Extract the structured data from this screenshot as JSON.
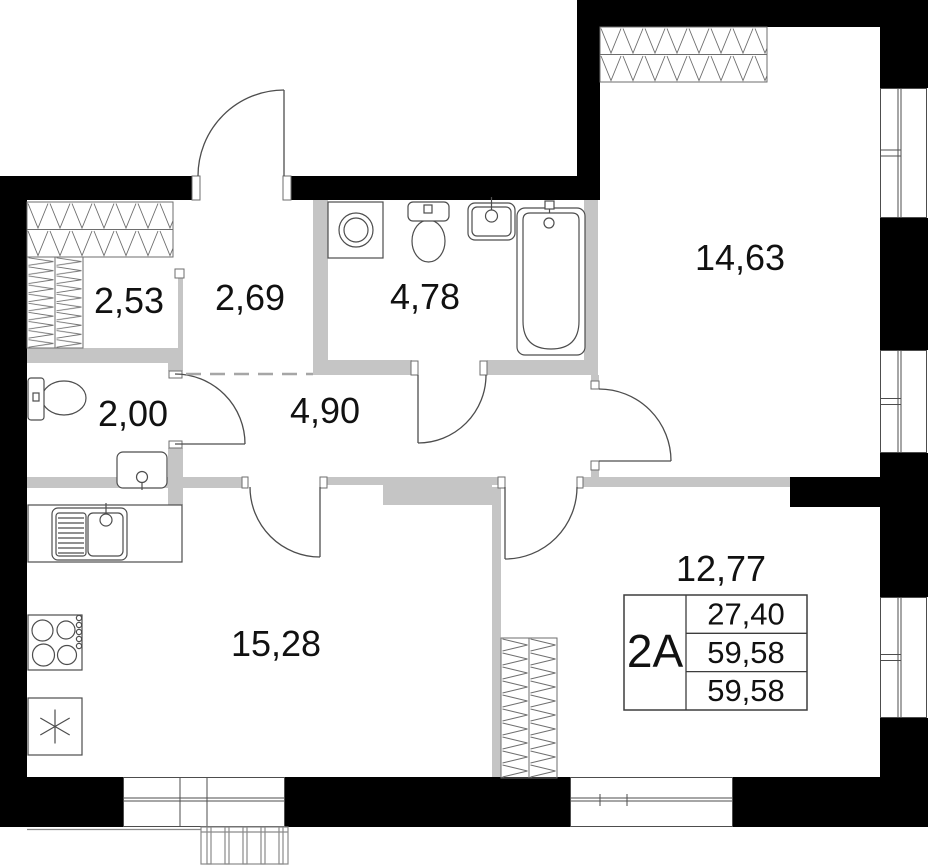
{
  "plan": {
    "rooms": [
      {
        "id": "closet",
        "area": "2,53"
      },
      {
        "id": "entry-hall",
        "area": "2,69"
      },
      {
        "id": "bathroom",
        "area": "4,78"
      },
      {
        "id": "wc",
        "area": "2,00"
      },
      {
        "id": "corridor",
        "area": "4,90"
      },
      {
        "id": "bedroom",
        "area": "14,63"
      },
      {
        "id": "kitchen-living",
        "area": "15,28"
      },
      {
        "id": "bedroom-2",
        "area": "12,77"
      }
    ],
    "info_table": {
      "unit": "2А",
      "rows": [
        "27,40",
        "59,58",
        "59,58"
      ]
    },
    "icons": [
      "wardrobe-icon",
      "washing-machine-icon",
      "toilet-icon",
      "sink-icon",
      "bathtub-icon",
      "kitchen-sink-icon",
      "stove-icon",
      "fridge-icon",
      "window-icon",
      "door-arc-icon",
      "balcony-railing-icon"
    ],
    "colors": {
      "wall": "#000000",
      "partition": "#c5c5c5",
      "fixture_line": "#4d4d4d",
      "detail_line": "#6e6e6e",
      "dash_line": "#a6a6a6",
      "rail_line": "#8a8a8a",
      "text": "#111111"
    }
  }
}
